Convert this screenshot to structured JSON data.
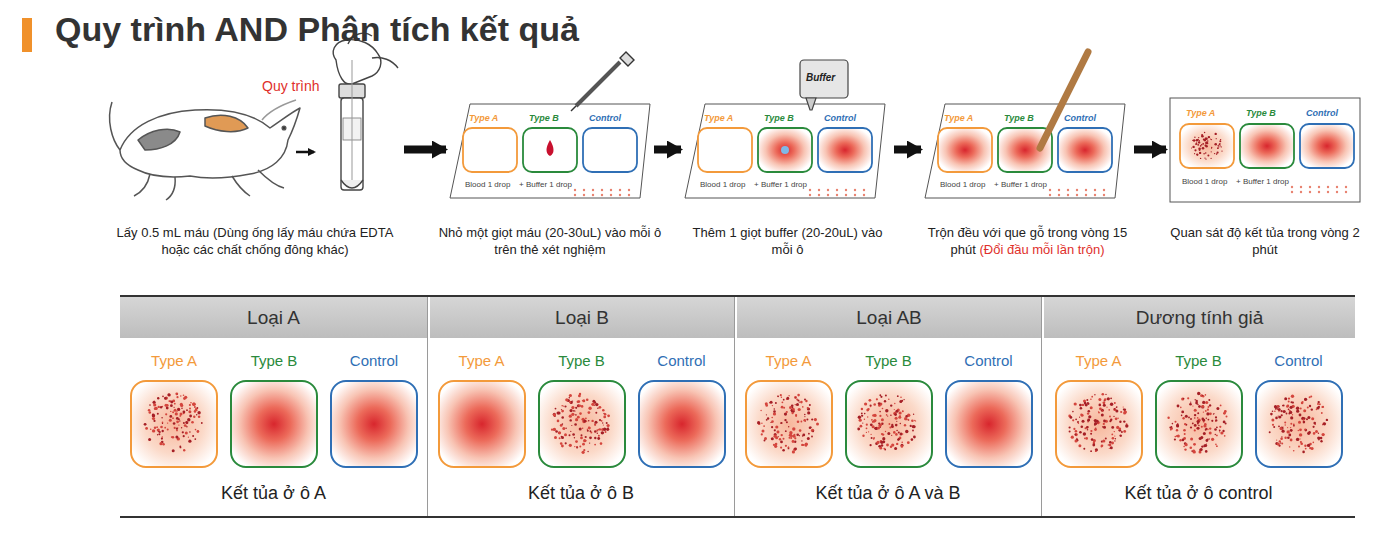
{
  "diagram": {
    "title": "Quy trình AND Phân tích kết quả",
    "nodes": [
      {
        "text": [
          "Lấy 0.5 mL máu (Dùng ống lấy máu chứa EDTA hoặc các chất chống đông khác)"
        ]
      },
      {
        "text": [
          "Nhỏ một giọt máu (20-30uL) vào mỗi ô trên thẻ xét nghiệm"
        ]
      },
      {
        "text": [
          "Thêm 1 giọt buffer (20-20uL) vào mỗi ô"
        ]
      },
      {
        "text": [
          "Trộn đều với que gỗ trong vòng 15 phút",
          "(Đổi đầu mỗi lần trộn)"
        ]
      },
      {
        "text": [
          "Quan sát độ kết tủa trong vòng 2 phút"
        ]
      },
      {
        "text": [
          "Loại A",
          "Kết tủa ở ô A"
        ]
      },
      {
        "text": [
          "Type A"
        ],
        "in": 5
      },
      {
        "text": [
          "Type B"
        ],
        "in": 5
      },
      {
        "text": [
          "Control"
        ],
        "in": 5
      },
      {
        "text": [
          "Loại B",
          "Kết tủa ở ô B"
        ]
      },
      {
        "text": [
          "Type A"
        ],
        "in": 9
      },
      {
        "text": [
          "Type B"
        ],
        "in": 9
      },
      {
        "text": [
          "Control"
        ],
        "in": 9
      },
      {
        "text": [
          "Loại AB",
          "Kết tủa ở ô A và B"
        ]
      },
      {
        "text": [
          "Type A"
        ],
        "in": 13
      },
      {
        "text": [
          "Type B"
        ],
        "in": 13
      },
      {
        "text": [
          "Control"
        ],
        "in": 13
      },
      {
        "text": [
          "Dương tính giả",
          "Kết tủa ở ô control"
        ]
      },
      {
        "text": [
          "Type A"
        ],
        "in": 17
      },
      {
        "text": [
          "Type B"
        ],
        "in": 17
      },
      {
        "text": [
          "Control"
        ],
        "in": 17
      }
    ],
    "edges": [
      {
        "from": 0,
        "to": 1,
        "arrow": "to"
      },
      {
        "from": 1,
        "to": 2,
        "arrow": "to"
      },
      {
        "from": 2,
        "to": 3,
        "arrow": "to"
      },
      {
        "from": 3,
        "to": 4,
        "arrow": "to"
      }
    ],
    "labels": [
      "Quy trình",
      "Type A",
      "Type B",
      "Control",
      "Blood 1 drop",
      "+ Buffer 1 drop",
      "Type A",
      "Type B",
      "Control",
      "Blood 1 drop",
      "+ Buffer 1 drop",
      "Buffer",
      "Type A",
      "Type B",
      "Control",
      "Blood 1 drop",
      "+ Buffer 1 drop",
      "Type A",
      "Type B",
      "Control",
      "Blood 1 drop",
      "+ Buffer 1 drop"
    ]
  }
}
